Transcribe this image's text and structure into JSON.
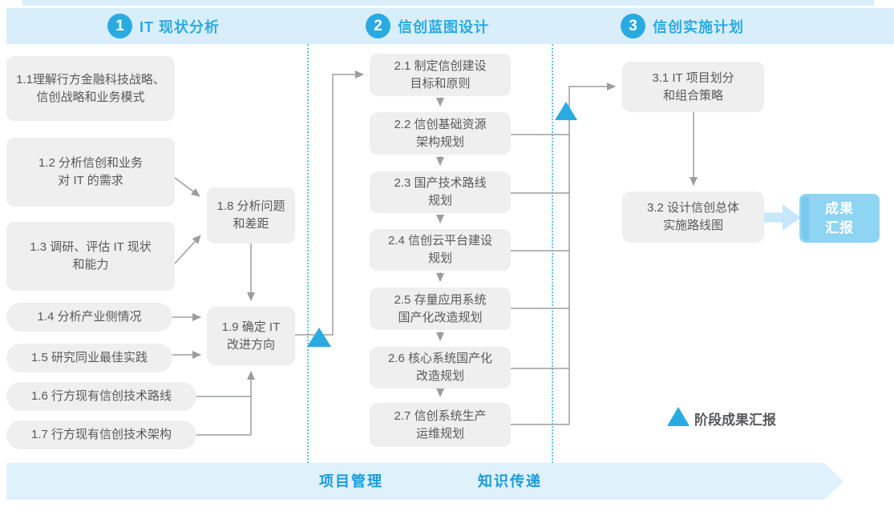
{
  "phases": [
    {
      "num": "1",
      "title": "IT 现状分析"
    },
    {
      "num": "2",
      "title": "信创蓝图设计"
    },
    {
      "num": "3",
      "title": "信创实施计划"
    }
  ],
  "p1": {
    "boxes": [
      "1.1理解行方金融科技战略、\n信创战略和业务模式",
      "1.2 分析信创和业务\n对 IT 的需求",
      "1.3 调研、评估 IT 现状\n和能力",
      "1.4 分析产业侧情况",
      "1.5 研究同业最佳实践",
      "1.6 行方现有信创技术路线",
      "1.7 行方现有信创技术架构",
      "1.8 分析问题\n和差距",
      "1.9 确定 IT\n改进方向"
    ]
  },
  "p2": {
    "boxes": [
      "2.1 制定信创建设\n目标和原则",
      "2.2 信创基础资源\n架构规划",
      "2.3 国产技术路线\n规划",
      "2.4 信创云平台建设\n规划",
      "2.5 存量应用系统\n国产化改造规划",
      "2.6 核心系统国产化\n改造规划",
      "2.7 信创系统生产\n运维规划"
    ]
  },
  "p3": {
    "boxes": [
      "3.1 IT 项目划分\n和组合策略",
      "3.2 设计信创总体\n实施路线图"
    ]
  },
  "result": {
    "label": "成果\n汇报"
  },
  "legend": {
    "label": "阶段成果汇报"
  },
  "footer": {
    "items": [
      "项目管理",
      "知识传递"
    ]
  },
  "colors": {
    "accent": "#29ABE2",
    "band_fill": "#D9EEFB",
    "box_fill": "#EFEFEF",
    "box_text": "#58595B",
    "connector_gray": "#9B9DA0",
    "result_fill": "#8ED4F3",
    "footer_text": "#1B9CD8"
  }
}
